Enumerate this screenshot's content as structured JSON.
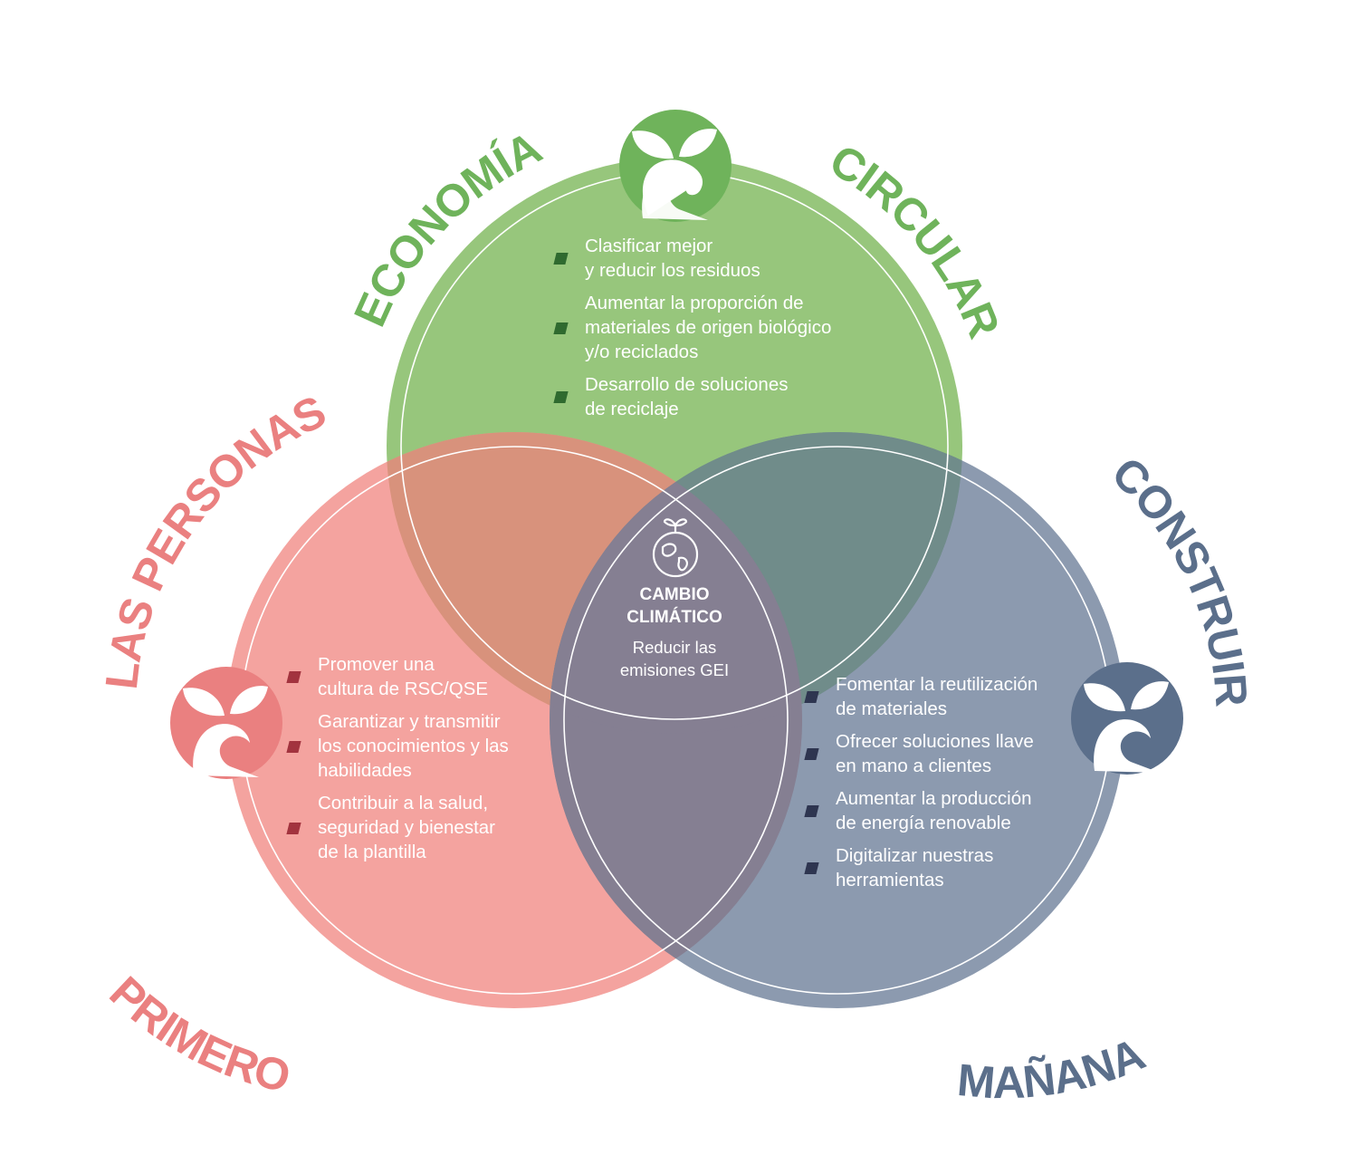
{
  "colors": {
    "green": "#8cc06e",
    "green_badge": "#6fb35b",
    "green_bullet": "#2f6a2f",
    "red": "#f29692",
    "red_badge": "#ea8080",
    "red_bullet": "#a2333e",
    "blue": "#6b7d99",
    "blue_badge": "#5b6f8b",
    "blue_bullet": "#2e3550",
    "center": "#857f92"
  },
  "titles": {
    "top_left": "ECONOMÍA",
    "top_right": "CIRCULAR",
    "left_upper": "LAS PERSONAS",
    "left_lower": "PRIMERO",
    "right_upper": "CONSTRUIR",
    "right_lower": "MAÑANA"
  },
  "center": {
    "icon": "planet-sprout-icon",
    "title_line1": "CAMBIO",
    "title_line2": "CLIMÁTICO",
    "text_line1": "Reducir las",
    "text_line2": "emisiones GEI"
  },
  "badges": {
    "icon": "elephant-sprout-icon"
  },
  "green_items": [
    "Clasificar mejor\ny reducir los residuos",
    "Aumentar la proporción de\nmateriales de origen biológico\ny/o reciclados",
    "Desarrollo de soluciones\nde reciclaje"
  ],
  "red_items": [
    "Promover una\ncultura de RSC/QSE",
    "Garantizar y transmitir\nlos conocimientos y las\nhabilidades",
    "Contribuir a la salud,\nseguridad y bienestar\nde la plantilla"
  ],
  "blue_items": [
    "Fomentar la reutilización\nde materiales",
    "Ofrecer soluciones llave\nen mano a clientes",
    "Aumentar la producción\nde energía renovable",
    "Digitalizar nuestras\nherramientas"
  ]
}
